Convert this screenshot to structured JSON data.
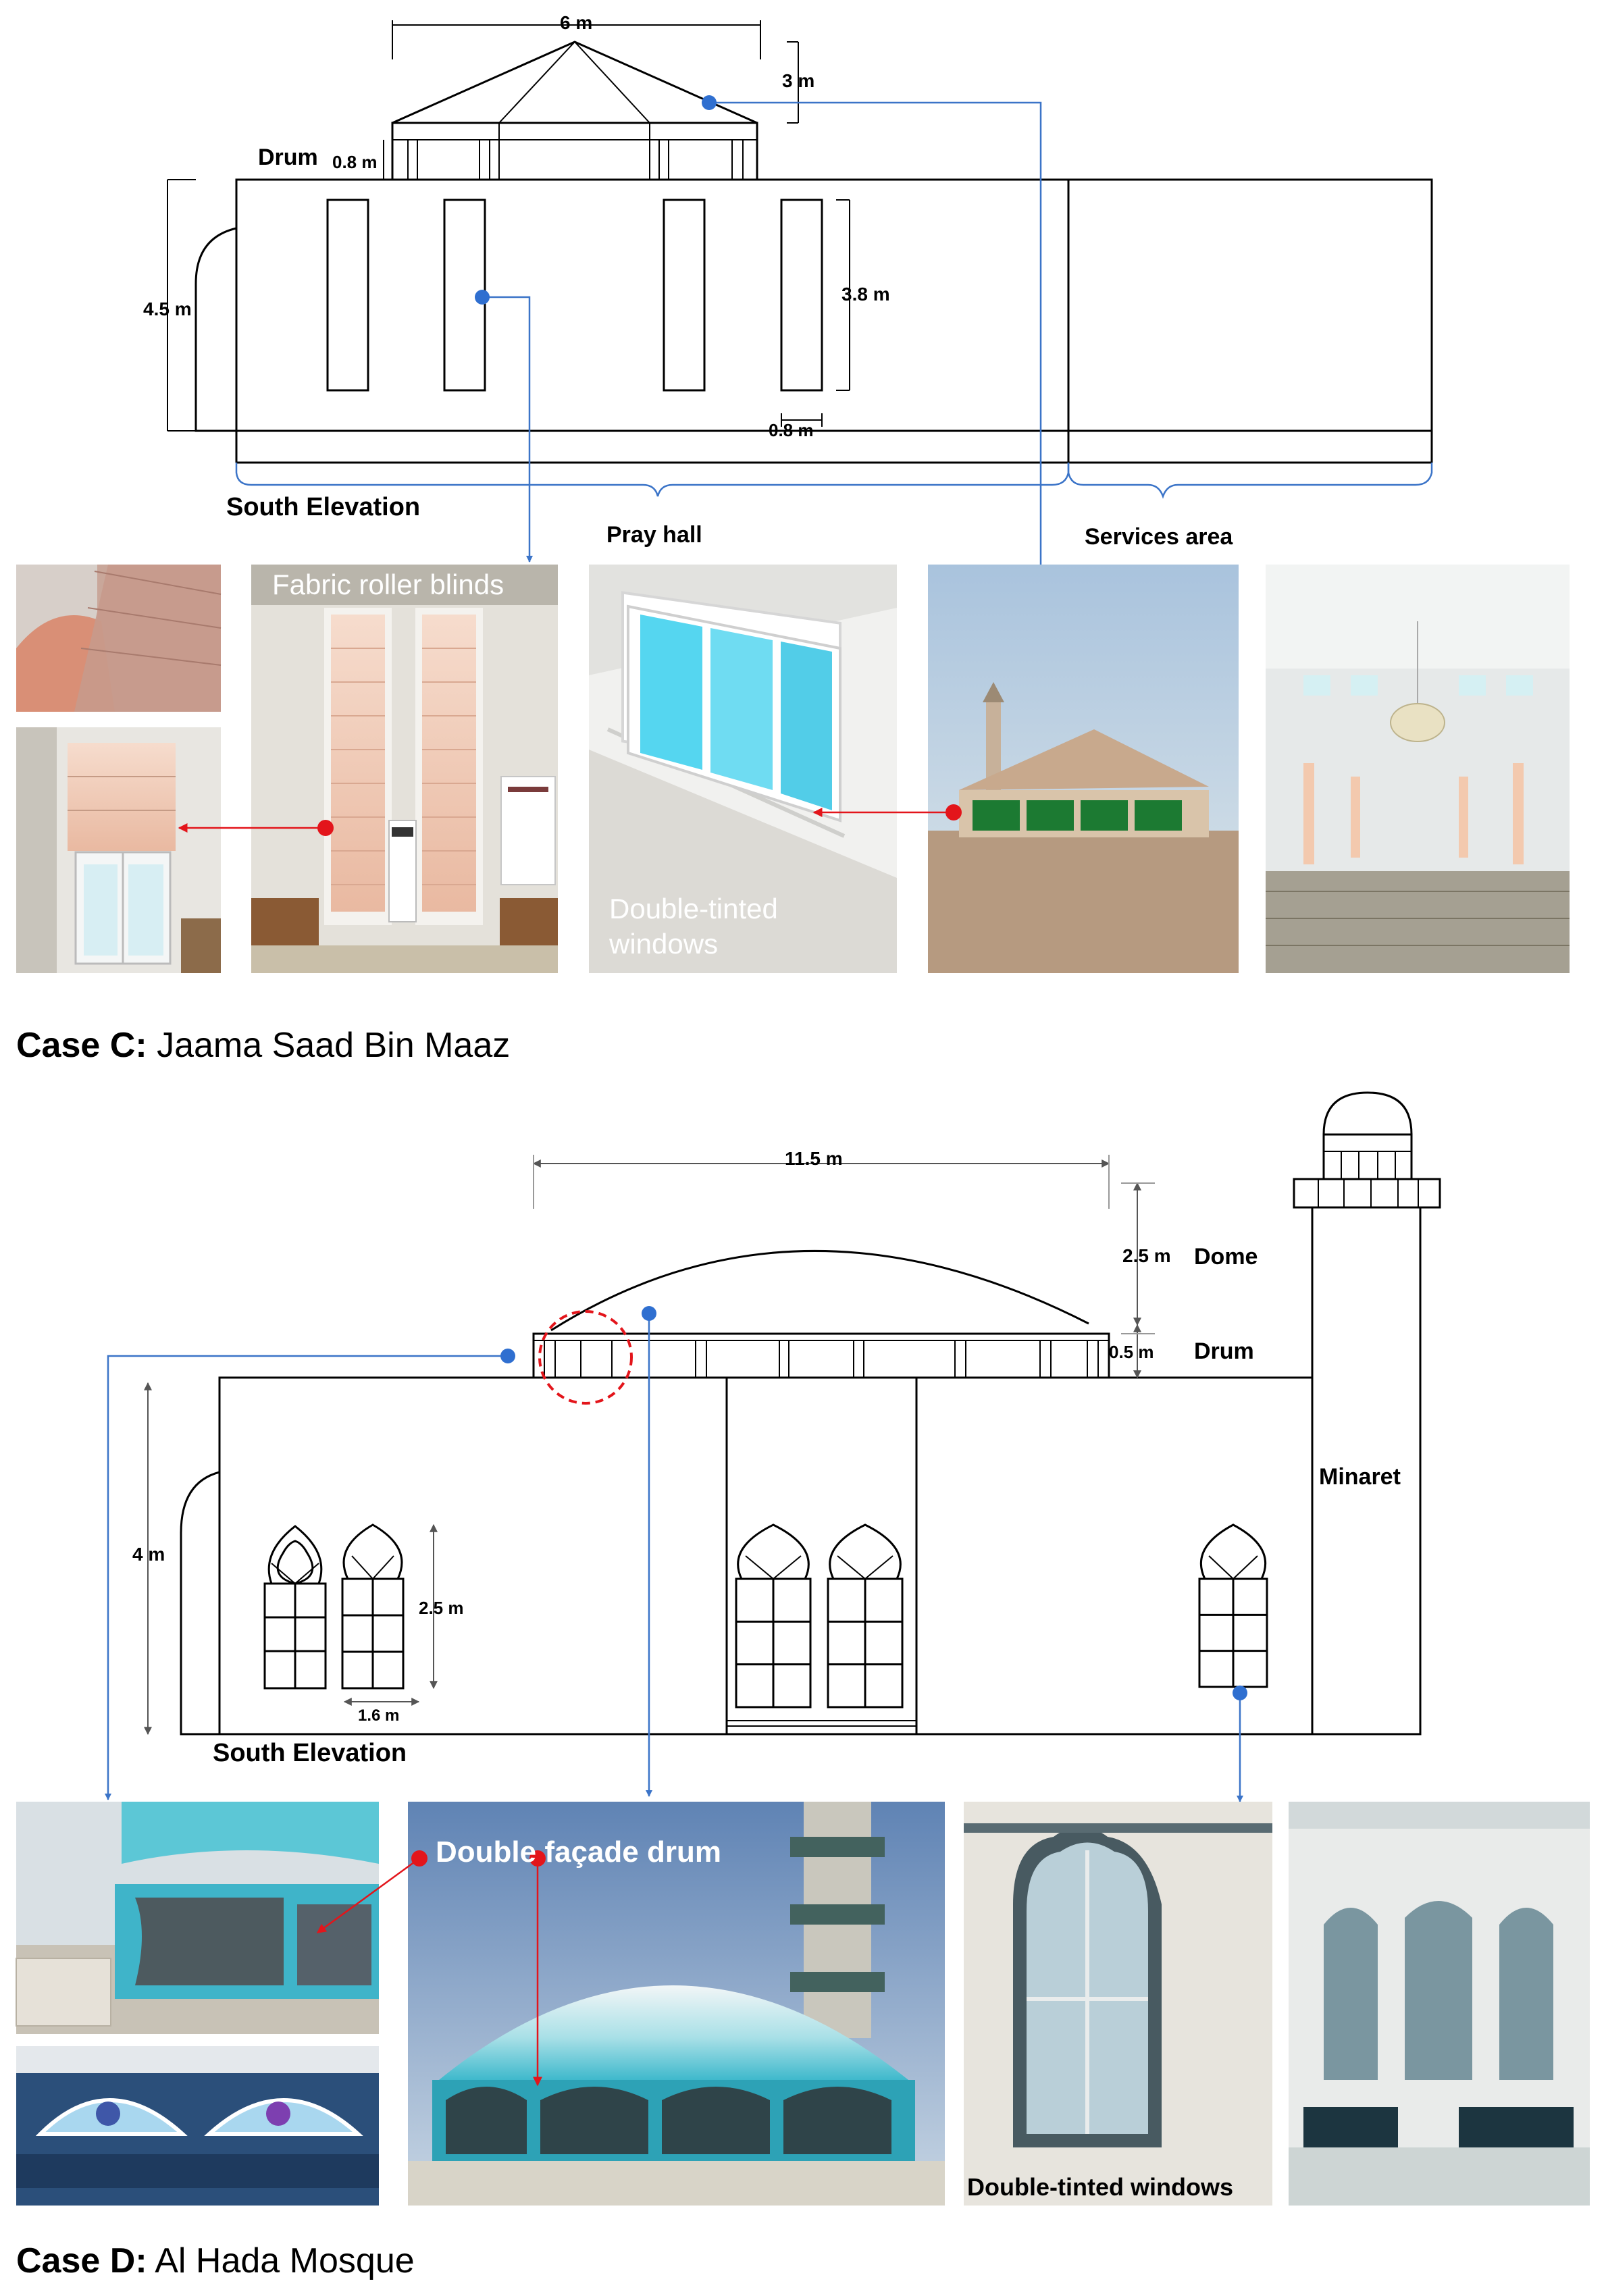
{
  "caseC": {
    "title_bold": "Case C:",
    "title_rest": " Jaama Saad Bin Maaz",
    "dims": {
      "top": "6 m",
      "roof": "3 m",
      "drum": "0.8 m",
      "wall": "4.5 m",
      "window_h": "3.8 m",
      "window_w": "0.8 m"
    },
    "labels": {
      "drum": "Drum",
      "elevation": "South Elevation",
      "pray_hall": "Pray hall",
      "services": "Services area"
    },
    "photos": {
      "blinds": "Fabric roller blinds",
      "windows": "Double-tinted windows"
    }
  },
  "caseD": {
    "title_bold": "Case D:",
    "title_rest": " Al Hada Mosque",
    "dims": {
      "dome_w": "11.5 m",
      "dome_h": "2.5 m",
      "drum": "0.5 m",
      "wall": "4 m",
      "window_h": "2.5 m",
      "window_w": "1.6 m"
    },
    "labels": {
      "dome": "Dome",
      "drum": "Drum",
      "minaret": "Minaret",
      "elevation": "South Elevation"
    },
    "photos": {
      "drum_facade": "Double façade drum",
      "windows": "Double-tinted windows"
    }
  },
  "colors": {
    "leader": "#3b74c8",
    "marker_blue": "#2f6fd0",
    "marker_red": "#e3151b",
    "sky": "#7f9dc4",
    "dome": "#58c4d4"
  }
}
